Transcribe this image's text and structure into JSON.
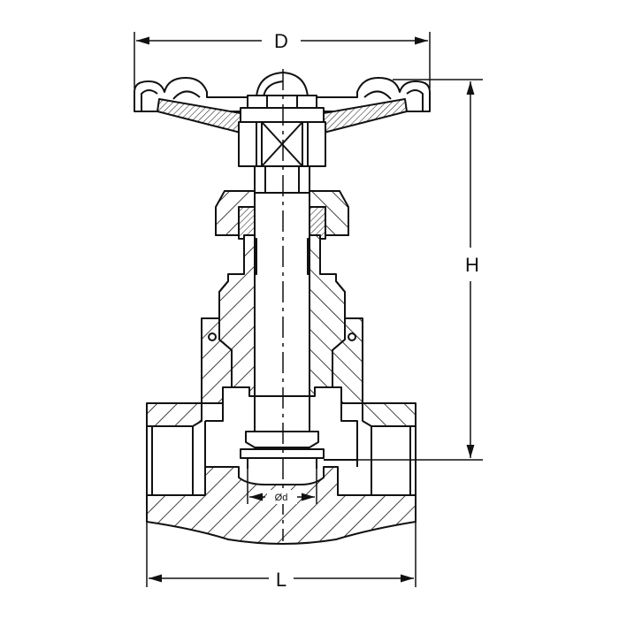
{
  "drawing": {
    "dimensions": {
      "diameter_label": "D",
      "height_label": "H",
      "length_label": "L",
      "bore_label": "Ød"
    },
    "colors": {
      "line": "#111111",
      "background": "#ffffff"
    }
  }
}
